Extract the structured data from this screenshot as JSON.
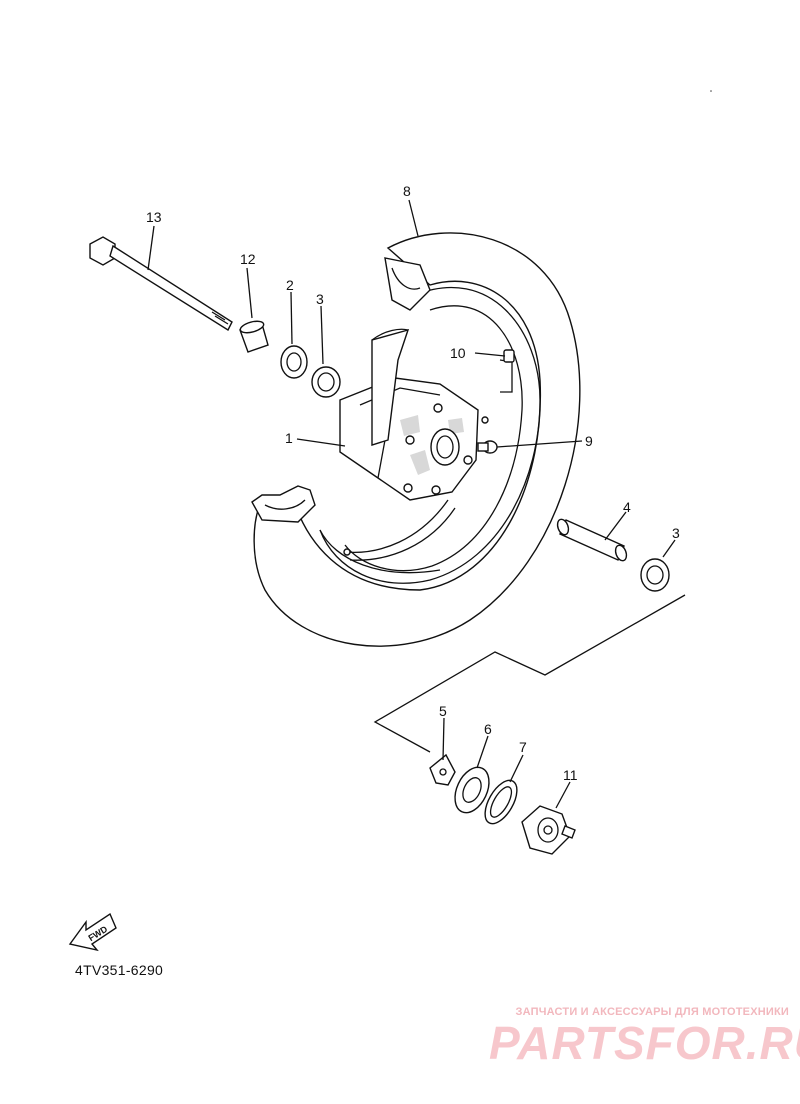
{
  "diagram": {
    "part_code": "4TV351-6290",
    "fwd_label": "FWD",
    "callouts": [
      {
        "num": "1"
      },
      {
        "num": "2"
      },
      {
        "num": "3"
      },
      {
        "num": "3"
      },
      {
        "num": "4"
      },
      {
        "num": "5"
      },
      {
        "num": "6"
      },
      {
        "num": "7"
      },
      {
        "num": "8"
      },
      {
        "num": "9"
      },
      {
        "num": "10"
      },
      {
        "num": "11"
      },
      {
        "num": "12"
      },
      {
        "num": "13"
      }
    ]
  },
  "watermark": {
    "tagline": "ЗАПЧАСТИ И АКСЕССУАРЫ ДЛЯ МОТОТЕХНИКИ",
    "logo": "PARTSFOR.RU",
    "color": "#f7c7cc"
  }
}
